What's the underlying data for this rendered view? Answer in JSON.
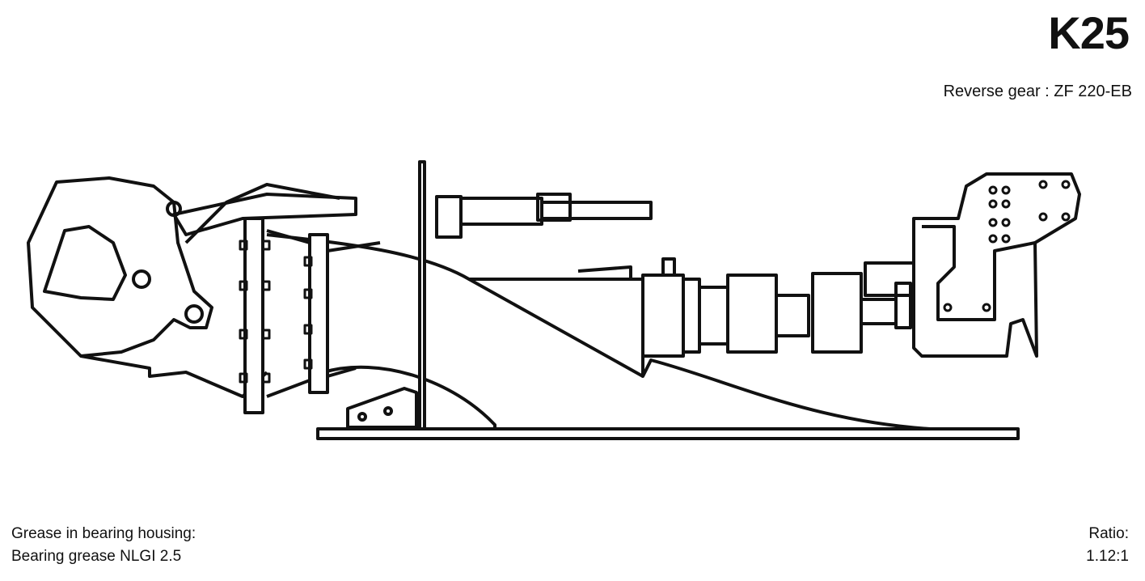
{
  "header": {
    "model": "K25",
    "reverse_gear": "Reverse gear : ZF 220-EB"
  },
  "footer": {
    "grease_label": "Grease in bearing housing:",
    "grease_value": "Bearing grease NLGI 2.5",
    "ratio_label": "Ratio:",
    "ratio_value": "1.12:1"
  }
}
